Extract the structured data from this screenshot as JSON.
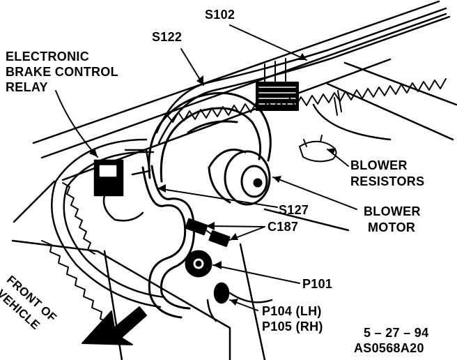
{
  "labels": {
    "relay_line1": "ELECTRONIC",
    "relay_line2": "BRAKE CONTROL",
    "relay_line3": "RELAY",
    "s102": "S102",
    "s122": "S122",
    "blower_resistors_line1": "BLOWER",
    "blower_resistors_line2": "RESISTORS",
    "s127": "S127",
    "blower_motor_line1": "BLOWER",
    "blower_motor_line2": "MOTOR",
    "c187": "C187",
    "p101": "P101",
    "p104": "P104 (LH)",
    "p105": "P105 (RH)",
    "front_line1": "FRONT OF",
    "front_line2": "VEHICLE",
    "date_code": "5 – 27 – 94",
    "figure_id": "AS0568A20"
  },
  "colors": {
    "ink": "#000000",
    "paper": "#ffffff"
  }
}
